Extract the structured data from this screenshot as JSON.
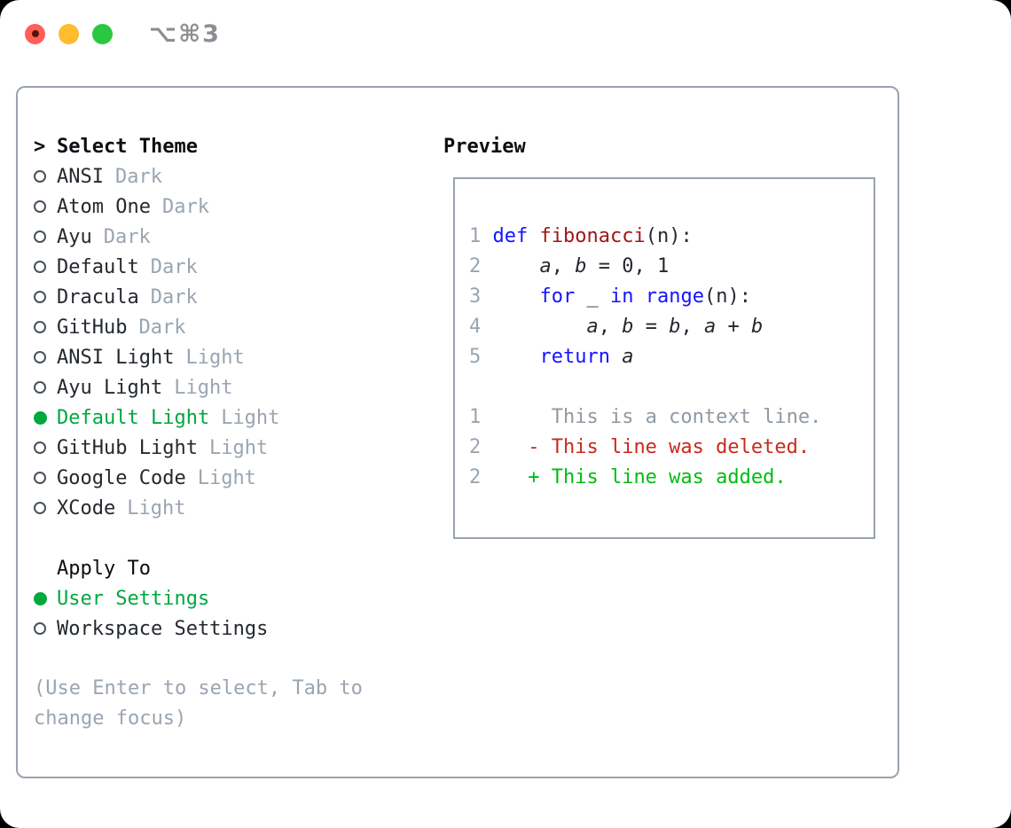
{
  "window": {
    "title": "⌥⌘3",
    "traffic_lights": [
      "close",
      "minimize",
      "zoom"
    ]
  },
  "colors": {
    "border": "#99a3ad",
    "text": "#24292f",
    "heading": "#0b0e12",
    "muted": "#9aa5b1",
    "ctx": "#8f99a3",
    "green": "#00a83e",
    "add": "#00bd13",
    "del": "#c9291e",
    "kw": "#1414ff",
    "fn": "#a31515",
    "title": "#8a8f94",
    "tlred": "#ff5f57",
    "tlreddot": "#5c120b",
    "tlyellow": "#febc2e",
    "tlgreen": "#2ac840"
  },
  "theme_panel": {
    "header": {
      "pointer": ">",
      "label": "Select Theme"
    },
    "items": [
      {
        "name": "ANSI",
        "tag": "Dark",
        "selected": false
      },
      {
        "name": "Atom One",
        "tag": "Dark",
        "selected": false
      },
      {
        "name": "Ayu",
        "tag": "Dark",
        "selected": false
      },
      {
        "name": "Default",
        "tag": "Dark",
        "selected": false
      },
      {
        "name": "Dracula",
        "tag": "Dark",
        "selected": false
      },
      {
        "name": "GitHub",
        "tag": "Dark",
        "selected": false
      },
      {
        "name": "ANSI Light",
        "tag": "Light",
        "selected": false
      },
      {
        "name": "Ayu Light",
        "tag": "Light",
        "selected": false
      },
      {
        "name": "Default Light",
        "tag": "Light",
        "selected": true
      },
      {
        "name": "GitHub Light",
        "tag": "Light",
        "selected": false
      },
      {
        "name": "Google Code",
        "tag": "Light",
        "selected": false
      },
      {
        "name": "XCode",
        "tag": "Light",
        "selected": false
      }
    ],
    "apply_to": {
      "label": "Apply To",
      "options": [
        {
          "name": "User Settings",
          "selected": true
        },
        {
          "name": "Workspace Settings",
          "selected": false
        }
      ]
    },
    "hint": "(Use Enter to select, Tab to change focus)"
  },
  "preview": {
    "label": "Preview",
    "code_lines": [
      [
        [
          "ln",
          "1 "
        ],
        [
          "kw",
          "def"
        ],
        [
          "pl",
          " "
        ],
        [
          "fn",
          "fibonacci"
        ],
        [
          "pl",
          "(n):"
        ]
      ],
      [
        [
          "ln",
          "2"
        ],
        [
          "pl",
          "     "
        ],
        [
          "v",
          "a"
        ],
        [
          "pl",
          ", "
        ],
        [
          "v",
          "b"
        ],
        [
          "pl",
          " = 0, 1"
        ]
      ],
      [
        [
          "ln",
          "3"
        ],
        [
          "pl",
          "     "
        ],
        [
          "kw",
          "for"
        ],
        [
          "pl",
          " _ "
        ],
        [
          "kw",
          "in"
        ],
        [
          "pl",
          " "
        ],
        [
          "kw",
          "range"
        ],
        [
          "pl",
          "(n):"
        ]
      ],
      [
        [
          "ln",
          "4"
        ],
        [
          "pl",
          "         "
        ],
        [
          "v",
          "a"
        ],
        [
          "pl",
          ", "
        ],
        [
          "v",
          "b"
        ],
        [
          "pl",
          " = "
        ],
        [
          "v",
          "b"
        ],
        [
          "pl",
          ", "
        ],
        [
          "v",
          "a"
        ],
        [
          "pl",
          " + "
        ],
        [
          "v",
          "b"
        ]
      ],
      [
        [
          "ln",
          "5"
        ],
        [
          "pl",
          "     "
        ],
        [
          "kw",
          "return"
        ],
        [
          "pl",
          " "
        ],
        [
          "v",
          "a"
        ]
      ],
      [],
      [
        [
          "ln",
          "1"
        ],
        [
          "ctx",
          "      This is a context line."
        ]
      ],
      [
        [
          "ln",
          "2"
        ],
        [
          "pl",
          "    "
        ],
        [
          "del",
          "- This line was deleted."
        ]
      ],
      [
        [
          "ln",
          "2"
        ],
        [
          "pl",
          "    "
        ],
        [
          "add",
          "+ This line was added."
        ]
      ]
    ]
  }
}
